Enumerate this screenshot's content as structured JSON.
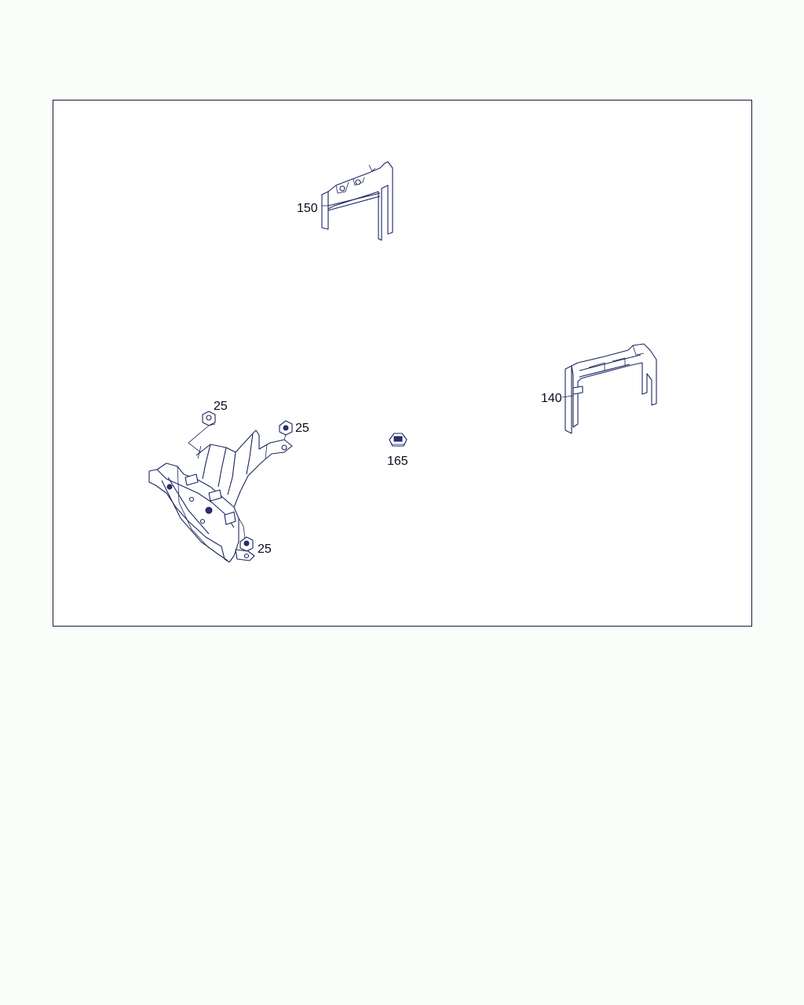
{
  "diagram": {
    "callouts": {
      "part_150": "150",
      "part_140": "140",
      "part_165": "165",
      "part_25_a": "25",
      "part_25_b": "25",
      "part_25_c": "25"
    }
  }
}
